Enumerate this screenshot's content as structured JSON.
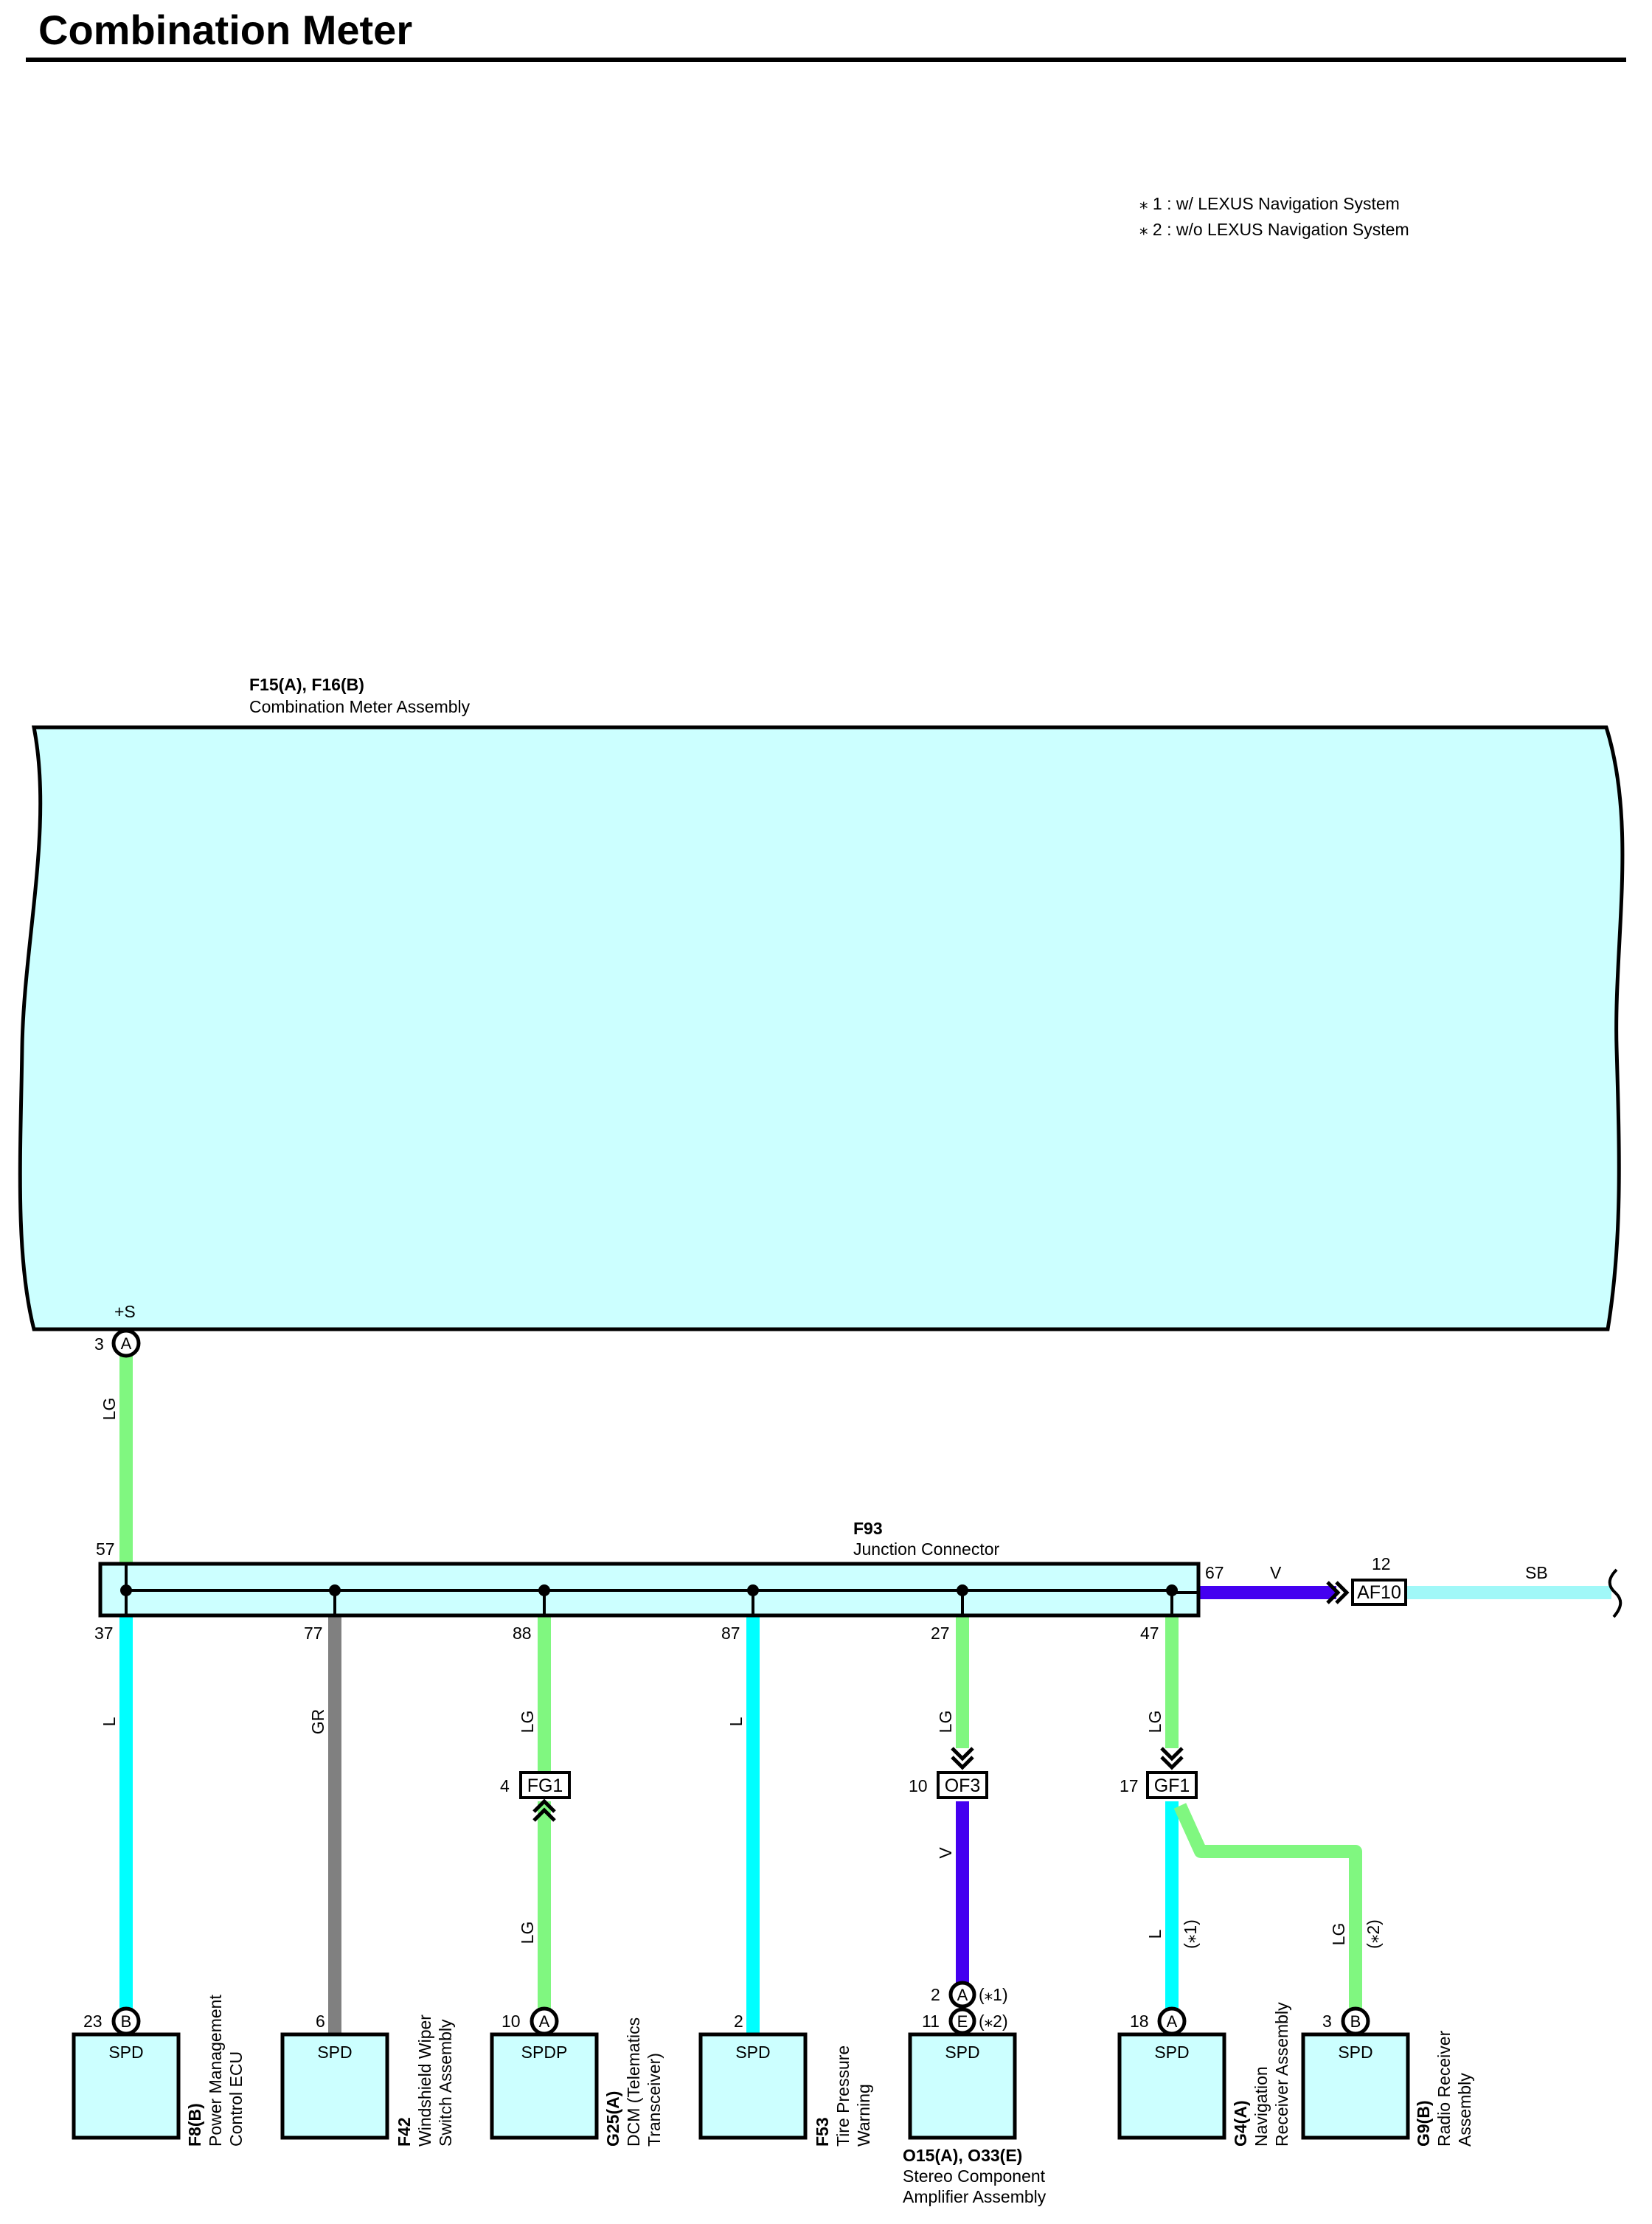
{
  "title": "Combination Meter",
  "notes": [
    "⁎ 1 : w/ LEXUS Navigation System",
    "⁎ 2 : w/o LEXUS Navigation System"
  ],
  "meter": {
    "code": "F15(A), F16(B)",
    "name": "Combination Meter Assembly",
    "terminal_name": "+S",
    "pin": "3",
    "connector": "A"
  },
  "wire_lg": "LG",
  "junction": {
    "code": "F93",
    "name": "Junction Connector",
    "in_pin": "57",
    "out_pin": "67",
    "out_wire": "V",
    "af10": {
      "pin": "12",
      "label": "AF10",
      "wire": "SB"
    },
    "pins": [
      "37",
      "77",
      "88",
      "87",
      "27",
      "47"
    ]
  },
  "branches": {
    "b1": {
      "wire": "L",
      "pin": "23",
      "conn": "B",
      "box": "SPD",
      "code": "F8(B)",
      "name1": "Power Management",
      "name2": "Control ECU"
    },
    "b2": {
      "wire": "GR",
      "pin": "6",
      "box": "SPD",
      "code": "F42",
      "name1": "Windshield Wiper",
      "name2": "Switch Assembly"
    },
    "b3": {
      "wire1": "LG",
      "inline_pin": "4",
      "inline_label": "FG1",
      "wire2": "LG",
      "pin": "10",
      "conn": "A",
      "box": "SPDP",
      "code": "G25(A)",
      "name1": "DCM (Telematics",
      "name2": "Transceiver)"
    },
    "b4": {
      "wire": "L",
      "pin": "2",
      "box": "SPD",
      "code": "F53",
      "name1": "Tire Pressure",
      "name2": "Warning"
    },
    "b5": {
      "wire1": "LG",
      "inline_pin": "10",
      "inline_label": "OF3",
      "wire2": "V",
      "pin1": "2",
      "conn1": "A",
      "note1": "(⁎1)",
      "pin2": "11",
      "conn2": "E",
      "note2": "(⁎2)",
      "box": "SPD",
      "code": "O15(A), O33(E)",
      "name1": "Stereo Component",
      "name2": "Amplifier Assembly"
    },
    "b6": {
      "wire1": "LG",
      "inline_pin": "17",
      "inline_label": "GF1",
      "wire_nav": "L",
      "note_nav": "(⁎1)",
      "wire_radio": "LG",
      "note_radio": "(⁎2)"
    },
    "b6nav": {
      "pin": "18",
      "conn": "A",
      "box": "SPD",
      "code": "G4(A)",
      "name1": "Navigation",
      "name2": "Receiver Assembly"
    },
    "b6radio": {
      "pin": "3",
      "conn": "B",
      "box": "SPD",
      "code": "G9(B)",
      "name1": "Radio Receiver",
      "name2": "Assembly"
    }
  },
  "colors": {
    "LG": "#80f780",
    "L": "#00ffff",
    "GR": "#808080",
    "V": "#4400f0",
    "SB": "#a0f8f8",
    "box_fill": "#ccffff"
  }
}
